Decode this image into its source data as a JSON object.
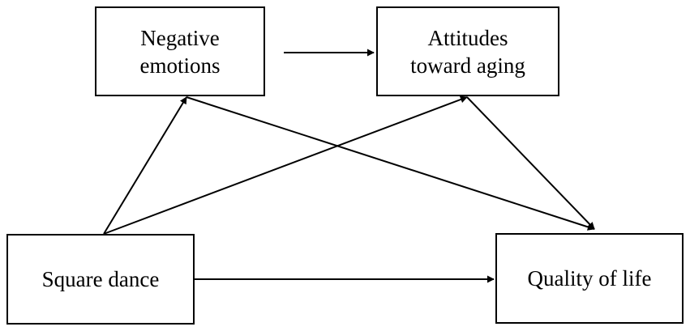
{
  "diagram": {
    "nodes": {
      "negative_emotions": {
        "line1": "Negative",
        "line2": "emotions"
      },
      "attitudes_toward_aging": {
        "line1": "Attitudes",
        "line2": "toward aging"
      },
      "square_dance": {
        "label": "Square dance"
      },
      "quality_of_life": {
        "label": "Quality of life"
      }
    },
    "edges": [
      {
        "from": "Square dance",
        "to": "Negative emotions"
      },
      {
        "from": "Square dance",
        "to": "Attitudes toward aging"
      },
      {
        "from": "Square dance",
        "to": "Quality of life"
      },
      {
        "from": "Negative emotions",
        "to": "Attitudes toward aging"
      },
      {
        "from": "Negative emotions",
        "to": "Quality of life"
      },
      {
        "from": "Attitudes toward aging",
        "to": "Quality of life"
      }
    ],
    "colors": {
      "stroke": "#000000",
      "background": "#ffffff"
    }
  }
}
